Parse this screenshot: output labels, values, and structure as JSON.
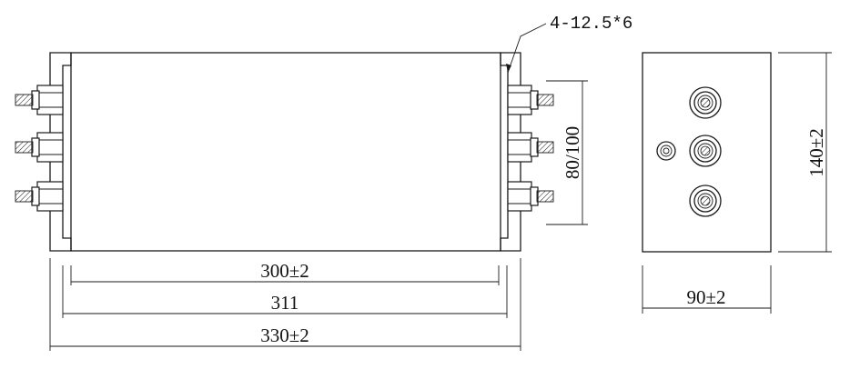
{
  "drawing": {
    "labels": {
      "hole_spec": "4-12.5*6",
      "height_front": "80/100",
      "width_inner": "300±2",
      "width_mid": "311",
      "width_outer": "330±2",
      "side_height": "140±2",
      "side_width": "90±2"
    },
    "views": {
      "front_terminals_per_side": 3,
      "side_terminals": 3,
      "side_ground_stud": 1
    }
  }
}
